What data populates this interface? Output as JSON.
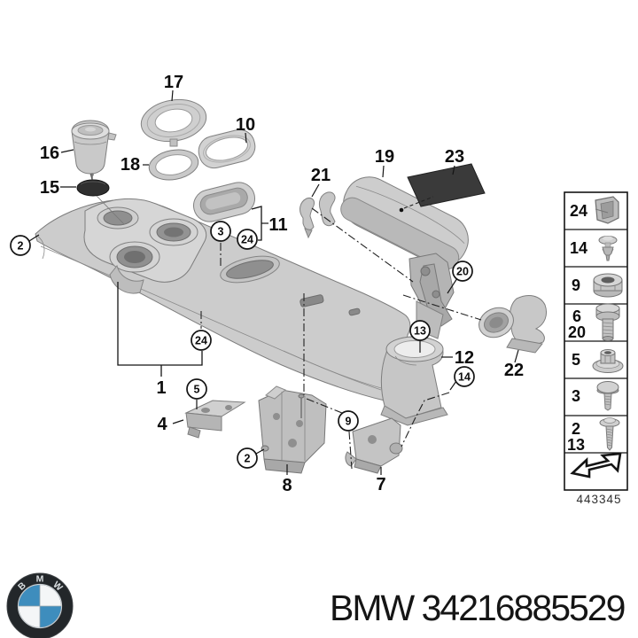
{
  "page": {
    "background_color": "#ffffff"
  },
  "diagram": {
    "drawing_number": "443345",
    "description_icon": "exploded-parts-diagram",
    "plain_callouts": [
      {
        "label": "17"
      },
      {
        "label": "10"
      },
      {
        "label": "16"
      },
      {
        "label": "18"
      },
      {
        "label": "15"
      },
      {
        "label": "21"
      },
      {
        "label": "19"
      },
      {
        "label": "23"
      },
      {
        "label": "11"
      },
      {
        "label": "1"
      },
      {
        "label": "4"
      },
      {
        "label": "8"
      },
      {
        "label": "7"
      },
      {
        "label": "12"
      },
      {
        "label": "22"
      }
    ],
    "circled_callouts": [
      {
        "label": "2"
      },
      {
        "label": "3"
      },
      {
        "label": "24"
      },
      {
        "label": "24"
      },
      {
        "label": "5"
      },
      {
        "label": "2"
      },
      {
        "label": "9"
      },
      {
        "label": "13"
      },
      {
        "label": "14"
      },
      {
        "label": "20"
      }
    ]
  },
  "legend": {
    "rows": [
      {
        "numbers": [
          "24"
        ],
        "icon": "retaining-clip-icon"
      },
      {
        "numbers": [
          "14"
        ],
        "icon": "expanding-rivet-icon"
      },
      {
        "numbers": [
          "9"
        ],
        "icon": "hex-nut-icon"
      },
      {
        "numbers": [
          "6",
          "20"
        ],
        "icon": "hex-bolt-icon"
      },
      {
        "numbers": [
          "5"
        ],
        "icon": "flange-nut-icon"
      },
      {
        "numbers": [
          "3"
        ],
        "icon": "pan-head-screw-icon"
      },
      {
        "numbers": [
          "2",
          "13"
        ],
        "icon": "tapping-screw-icon"
      },
      {
        "numbers": [],
        "icon": "direction-arrow-icon"
      }
    ]
  },
  "footer": {
    "part_label": "BMW 34216885529",
    "logo": {
      "name": "bmw-roundel",
      "letters": [
        "B",
        "M",
        "W"
      ],
      "colors": {
        "ring": "#23272a",
        "blue": "#3e8dbd",
        "white": "#f4f6f7"
      }
    }
  }
}
